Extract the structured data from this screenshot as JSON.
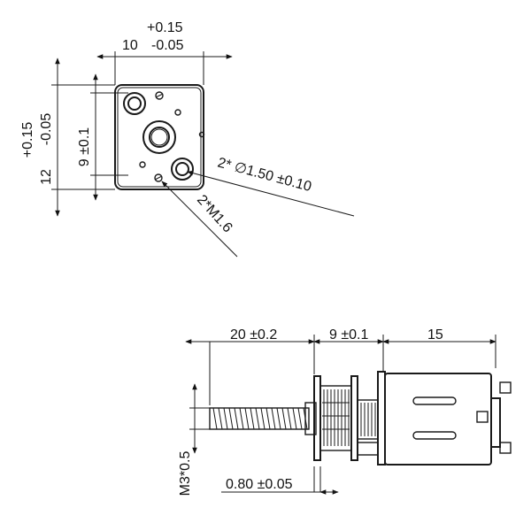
{
  "top_view": {
    "width_tol_upper": "+0.15",
    "width_nominal": "10",
    "width_tol_lower": "-0.05",
    "height_tol_upper": "+0.15",
    "height_nominal": "12",
    "height_tol_lower": "-0.05",
    "inner_height": "9 ±0.1",
    "hole_callout": "2* ∅1.50 ±0.10",
    "screw_callout": "2*M1.6"
  },
  "side_view": {
    "shaft_length": "20 ±0.2",
    "gearbox_length": "9 ±0.1",
    "motor_length": "15",
    "shaft_thread": "M3*0.5",
    "flange_thickness": "0.80 ±0.05"
  }
}
